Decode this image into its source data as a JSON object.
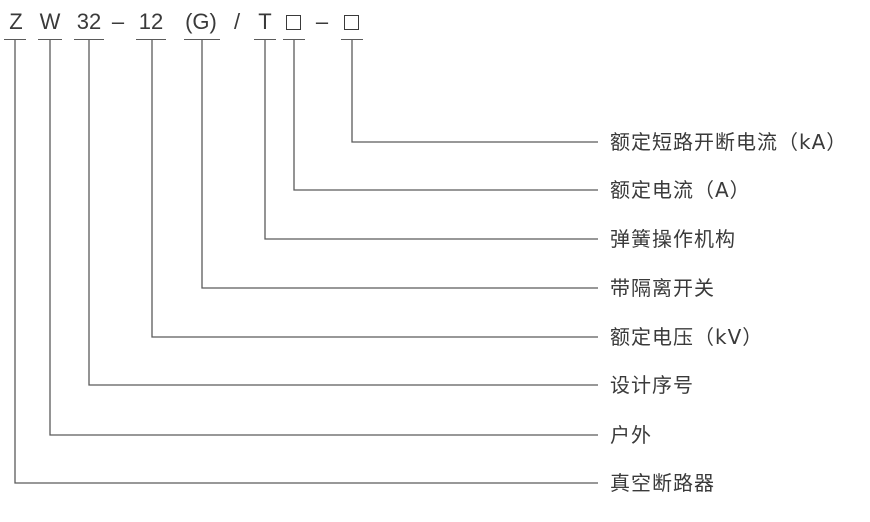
{
  "model_code": {
    "tokens": [
      "Z",
      "W",
      "32",
      "12",
      "(G)",
      "T"
    ],
    "separators": [
      "–",
      "/",
      "–"
    ],
    "placeholder_glyph": "□"
  },
  "descriptions": [
    "额定短路开断电流（kA）",
    "额定电流（A）",
    "弹簧操作机构",
    "带隔离开关",
    "额定电压（kV）",
    "设计序号",
    "户外",
    "真空断路器"
  ],
  "colors": {
    "ink": "#3a3a3a",
    "line": "#5a5a5a",
    "background": "#ffffff"
  }
}
